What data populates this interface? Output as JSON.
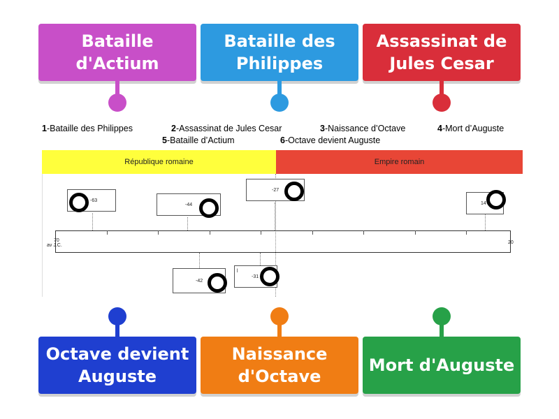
{
  "tiles": {
    "top": [
      {
        "label": "Bataille d'Actium",
        "color": "#c84fc8"
      },
      {
        "label": "Bataille des Philippes",
        "color": "#2d9ae0"
      },
      {
        "label": "Assassinat de Jules Cesar",
        "color": "#d92e3a"
      }
    ],
    "bottom": [
      {
        "label": "Octave devient Auguste",
        "color": "#1f3fd0"
      },
      {
        "label": "Naissance d'Octave",
        "color": "#f07d14"
      },
      {
        "label": "Mort d'Auguste",
        "color": "#27a148"
      }
    ]
  },
  "legend": {
    "item1": {
      "num": "1",
      "text": "-Bataille des Philippes"
    },
    "item2": {
      "num": "2",
      "text": "-Assassinat de Jules Cesar"
    },
    "item3": {
      "num": "3",
      "text": "-Naissance d’Octave"
    },
    "item4": {
      "num": "4",
      "text": "-Mort d’Auguste"
    },
    "item5": {
      "num": "5",
      "text": "-Bataille d’Actium"
    },
    "item6": {
      "num": "6",
      "text": "-Octave devient Auguste"
    }
  },
  "periods": {
    "republic": {
      "label": "République romaine",
      "color": "#ffff3c"
    },
    "empire": {
      "label": "Empire romain",
      "color": "#e84636"
    }
  },
  "axis": {
    "start_value": "70",
    "start_sub": "av J.C.",
    "end_value": "20"
  },
  "events": {
    "e63": "-63",
    "e44": "-44",
    "e27": "-27",
    "e14": "14",
    "e42": "-42",
    "e31": "-31",
    "e31_mark": "l"
  }
}
